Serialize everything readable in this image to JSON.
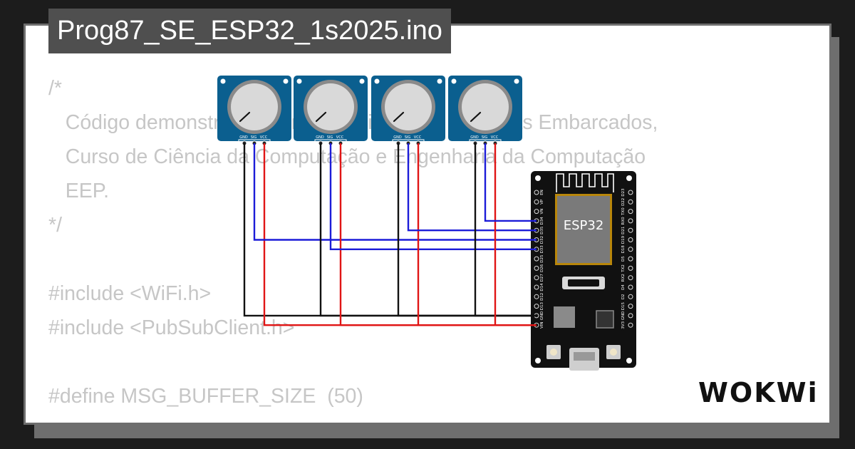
{
  "window": {
    "title": "Prog87_SE_ESP32_1s2025.ino"
  },
  "code_lines": [
    "/*",
    "   Código demonstrativo para a disciplina de Sistemas Embarcados,",
    "   Curso de Ciência da Computação e Engenharia da Computação",
    "   EEP.",
    "*/",
    "",
    "#include <WiFi.h>",
    "#include <PubSubClient.h>",
    "",
    "#define MSG_BUFFER_SIZE  (50)"
  ],
  "potentiometer": {
    "pins": [
      "GND",
      "SIG",
      "VCC"
    ]
  },
  "esp32": {
    "label": "ESP32",
    "left_pins": [
      "EN",
      "VP",
      "VN",
      "D34",
      "D35",
      "D32",
      "D33",
      "D25",
      "D26",
      "D27",
      "D14",
      "D12",
      "D13",
      "GND",
      "VIN"
    ],
    "right_pins": [
      "D23",
      "D22",
      "TX0",
      "RX0",
      "D21",
      "D19",
      "D18",
      "D5",
      "TX2",
      "RX2",
      "D4",
      "D2",
      "D15",
      "GND",
      "3V3"
    ]
  },
  "brand": {
    "logo": "WOKWi"
  },
  "colors": {
    "board_blue": "#0b5f8f",
    "wire_black": "#111111",
    "wire_red": "#e01515",
    "wire_blue": "#1c1cd8"
  }
}
